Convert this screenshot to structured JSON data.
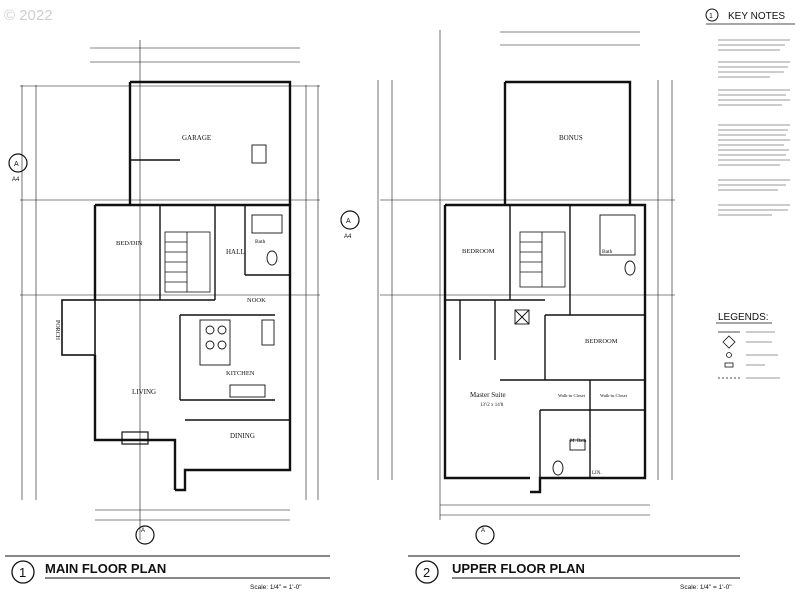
{
  "copyright": "© 2022",
  "plans": {
    "main": {
      "number": "1",
      "title": "MAIN FLOOR PLAN",
      "scale": "Scale: 1/4\" = 1'-0\"",
      "rooms": {
        "garage": "GARAGE",
        "bed_den": "BED/DIN",
        "hall": "HALL",
        "bath": "Bath",
        "nook": "NOOK",
        "porch": "PORCH",
        "kitchen": "KITCHEN",
        "living": "LIVING",
        "dining": "DINING"
      }
    },
    "upper": {
      "number": "2",
      "title": "UPPER FLOOR PLAN",
      "scale": "Scale: 1/4\" = 1'-0\"",
      "rooms": {
        "bonus": "BONUS",
        "bedroom_left": "BEDROOM",
        "bedroom_right": "BEDROOM",
        "bath": "Bath",
        "master_suite": "Master Suite",
        "master_dims": "13'/2 x 14'8",
        "walk_in_left": "Walk-in Closet",
        "walk_in_right": "Walk-in Closet",
        "m_bath": "M. Bath",
        "lin": "LIN."
      }
    }
  },
  "section_marks": {
    "label": "A",
    "sheet": "A4"
  },
  "key_notes": {
    "number": "1",
    "title": "KEY NOTES"
  },
  "legends": {
    "title": "LEGENDS:"
  }
}
